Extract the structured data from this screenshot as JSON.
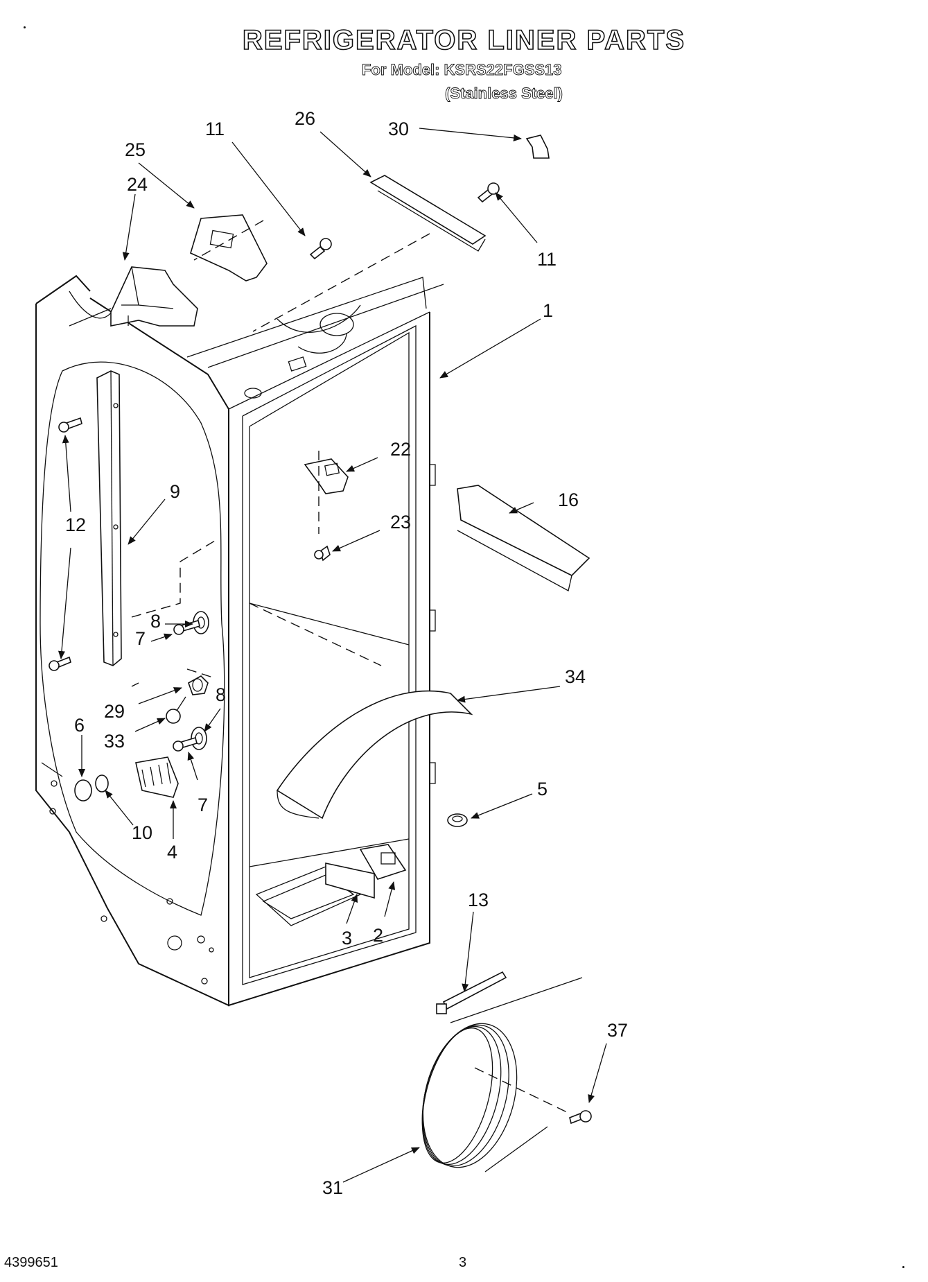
{
  "header": {
    "title": "REFRIGERATOR LINER PARTS",
    "model_line": "For Model: KSRS22FGSS13",
    "finish_line": "(Stainless Steel)"
  },
  "footer": {
    "doc_number": "4399651",
    "page_number": "3"
  },
  "callouts": [
    "1",
    "2",
    "3",
    "4",
    "5",
    "6",
    "7",
    "7",
    "8",
    "8",
    "9",
    "10",
    "11",
    "11",
    "12",
    "13",
    "16",
    "22",
    "23",
    "24",
    "25",
    "26",
    "29",
    "30",
    "31",
    "33",
    "34",
    "37"
  ]
}
